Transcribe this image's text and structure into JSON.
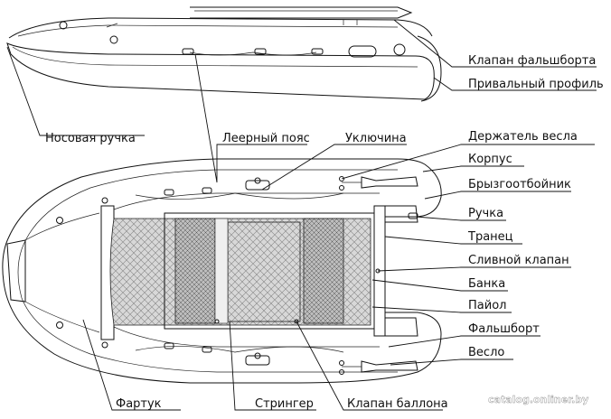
{
  "labels": {
    "transom_valve": "Клапан фальшборта",
    "mooring_profile": "Привальный профиль",
    "bow_handle": "Носовая ручка",
    "lifeline": "Леерный пояс",
    "oarlock": "Уключина",
    "oar_holder": "Держатель весла",
    "hull": "Корпус",
    "spray_deflector": "Брызгоотбойник",
    "handle": "Ручка",
    "transom": "Транец",
    "drain_valve": "Сливной клапан",
    "bench": "Банка",
    "floor": "Пайол",
    "gunwale": "Фальшборт",
    "oar": "Весло",
    "apron": "Фартук",
    "stringer": "Стрингер",
    "tube_valve": "Клапан баллона"
  },
  "watermark": "catalog.onliner.by",
  "colors": {
    "line": "#111111",
    "floor_fill": "#cfcfcf",
    "background": "#ffffff"
  }
}
